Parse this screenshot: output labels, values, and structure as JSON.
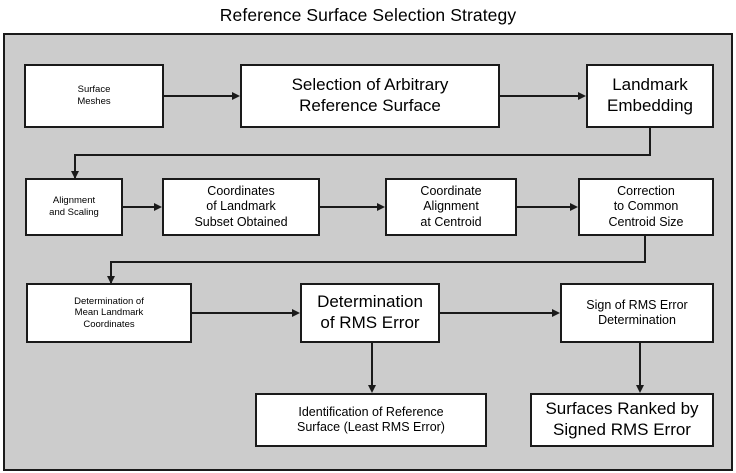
{
  "figure": {
    "title": "Reference Surface Selection Strategy",
    "panel_background": "#cccccc",
    "node_background": "#ffffff",
    "line_color": "#1a1a1a"
  },
  "nodes": [
    {
      "id": "surface-meshes",
      "line1": "Surface",
      "line2": "Meshes",
      "line3": ""
    },
    {
      "id": "selection-arbitrary",
      "line1": "Selection of Arbitrary",
      "line2": "Reference Surface",
      "line3": ""
    },
    {
      "id": "landmark-embedding",
      "line1": "Landmark",
      "line2": "Embedding",
      "line3": ""
    },
    {
      "id": "alignment-scaling",
      "line1": "Alignment",
      "line2": "and Scaling",
      "line3": ""
    },
    {
      "id": "coordinates-subset",
      "line1": "Coordinates",
      "line2": "of Landmark",
      "line3": "Subset Obtained"
    },
    {
      "id": "coordinate-alignment",
      "line1": "Coordinate",
      "line2": "Alignment",
      "line3": "at Centroid"
    },
    {
      "id": "centroid-correction",
      "line1": "Correction",
      "line2": "to Common",
      "line3": "Centroid Size"
    },
    {
      "id": "mean-landmark-coords",
      "line1": "Determination of",
      "line2": "Mean Landmark",
      "line3": "Coordinates"
    },
    {
      "id": "rms-error",
      "line1": "Determination",
      "line2": "of RMS Error",
      "line3": ""
    },
    {
      "id": "sign-rms-error",
      "line1": "Sign of RMS Error",
      "line2": "Determination",
      "line3": ""
    },
    {
      "id": "identification-ref",
      "line1": "Identification of Reference",
      "line2": "Surface (Least RMS Error)",
      "line3": ""
    },
    {
      "id": "surfaces-ranked",
      "line1": "Surfaces Ranked by",
      "line2": "Signed RMS Error",
      "line3": ""
    }
  ]
}
